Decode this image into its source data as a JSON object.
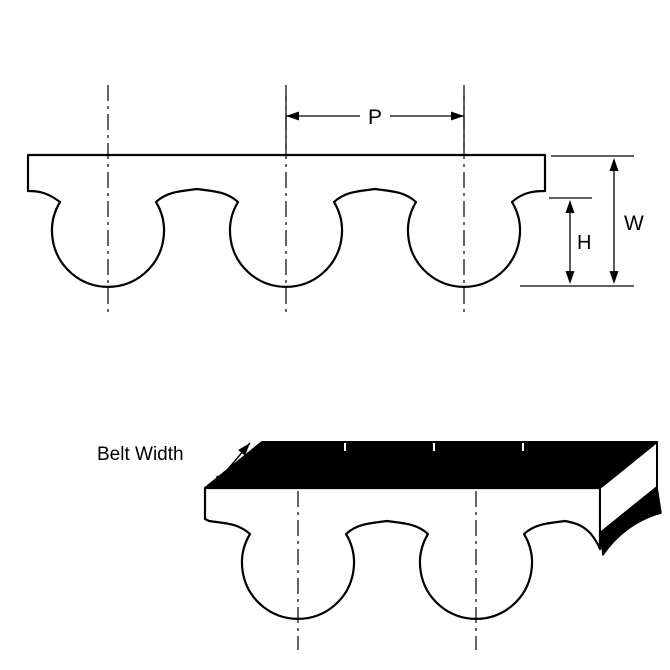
{
  "figure": {
    "labels": {
      "pitch": "P",
      "overall_thickness": "W",
      "tooth_height": "H",
      "belt_width": "Belt Width"
    },
    "colors": {
      "line": "#000000",
      "background": "#ffffff",
      "top_surface_fill": "#000000"
    }
  }
}
